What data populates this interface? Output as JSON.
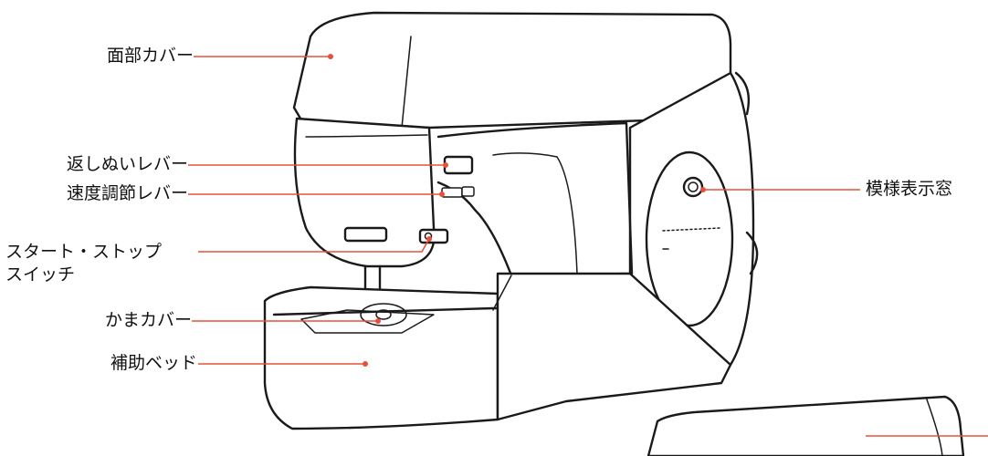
{
  "accent_color": "#e8503a",
  "labels": {
    "face_cover": "面部カバー",
    "reverse_lever": "返しぬいレバー",
    "speed_lever": "速度調節レバー",
    "start_stop_line1": "スタート・ストップ",
    "start_stop_line2": "スイッチ",
    "hook_cover": "かまカバー",
    "aux_bed": "補助ベッド",
    "pattern_window": "模様表示窓"
  }
}
